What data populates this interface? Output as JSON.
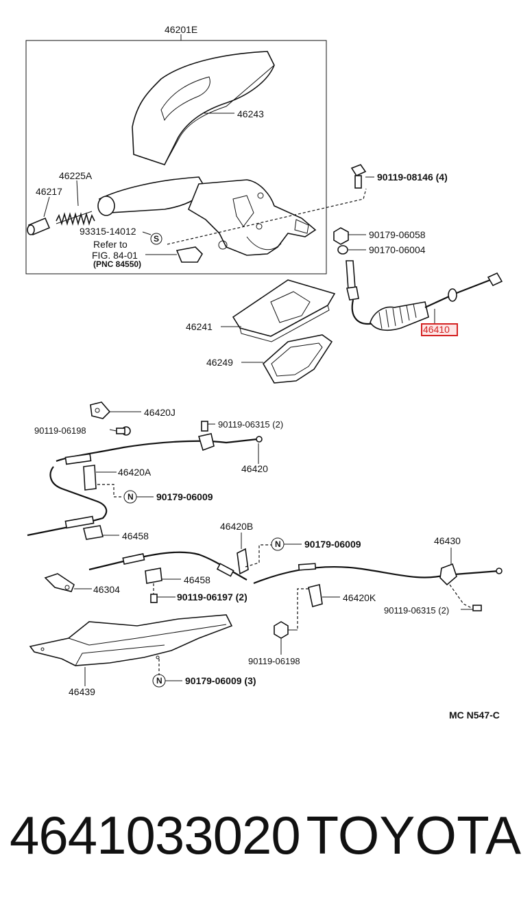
{
  "diagram": {
    "labels": {
      "assembly": "46201E",
      "lever_cover": "46243",
      "spring": "46225A",
      "grip": "46217",
      "clip": "93315-14012",
      "refer_to": "Refer to",
      "refer_fig": "FIG. 84-01",
      "refer_pnc": "(PNC 84550)",
      "bolt_top": "90119-08146 (4)",
      "nut_a": "90179-06058",
      "nut_b": "90170-06004",
      "boot_plate": "46241",
      "cable_front": "46410",
      "seal": "46249",
      "bracket_j": "46420J",
      "bolt_j": "90119-06198",
      "bolt_mid": "90119-06315 (2)",
      "bracket_a": "46420A",
      "cable_left": "46420",
      "nut_n1": "90179-06009",
      "clamp_left": "46458",
      "bracket_b": "46420B",
      "nut_n2": "90179-06009",
      "equalizer": "46430",
      "clamp_mid": "46458",
      "bolt_clamp": "90119-06197 (2)",
      "guide": "46304",
      "bracket_k": "46420K",
      "bolt_right": "90119-06315 (2)",
      "bolt_k": "90119-06198",
      "heat_shield": "46439",
      "nut_n3": "90179-06009 (3)",
      "code": "MC  N547-C",
      "n_mark": "N",
      "s_mark": "S"
    },
    "highlight_color": "#d42020"
  },
  "footer": {
    "part_number": "4641033020",
    "brand": "TOYOTA"
  }
}
